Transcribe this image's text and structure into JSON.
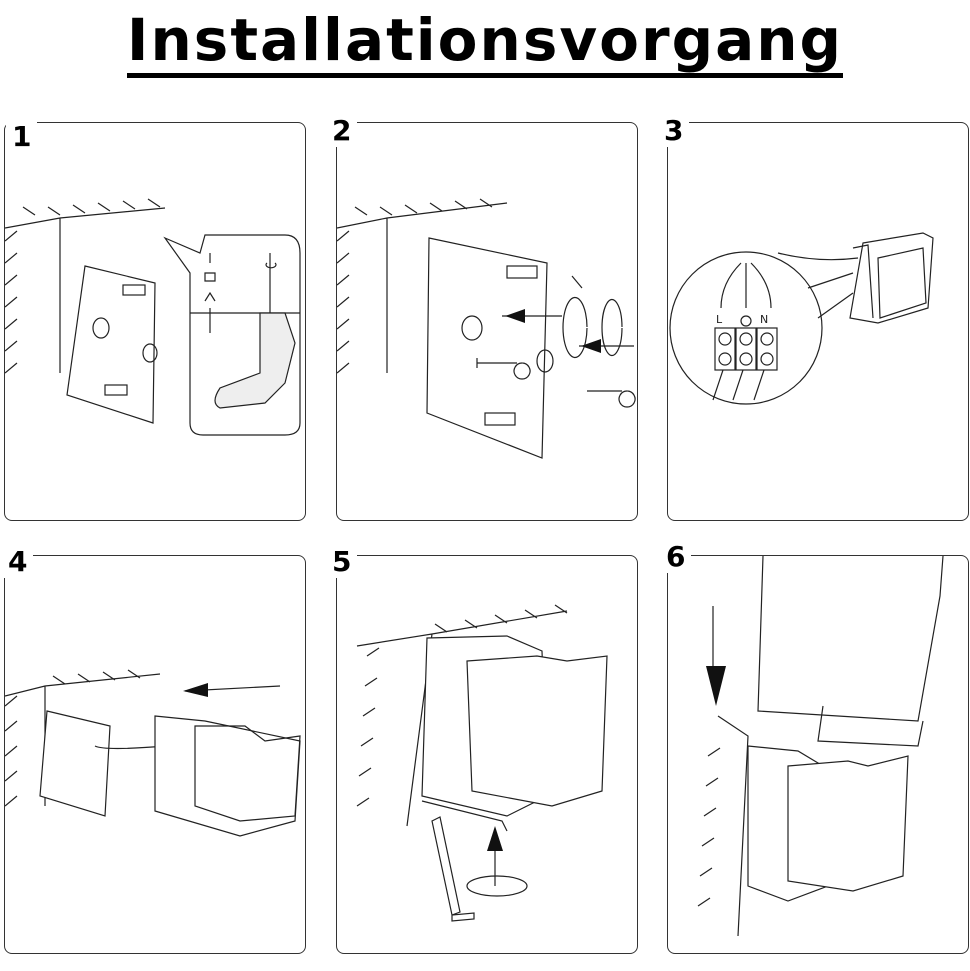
{
  "title": "Installationsvorgang",
  "steps": [
    {
      "number": "1"
    },
    {
      "number": "2"
    },
    {
      "number": "3",
      "terminal_labels": {
        "live": "L",
        "neutral": "N"
      }
    },
    {
      "number": "4"
    },
    {
      "number": "5"
    },
    {
      "number": "6"
    }
  ]
}
